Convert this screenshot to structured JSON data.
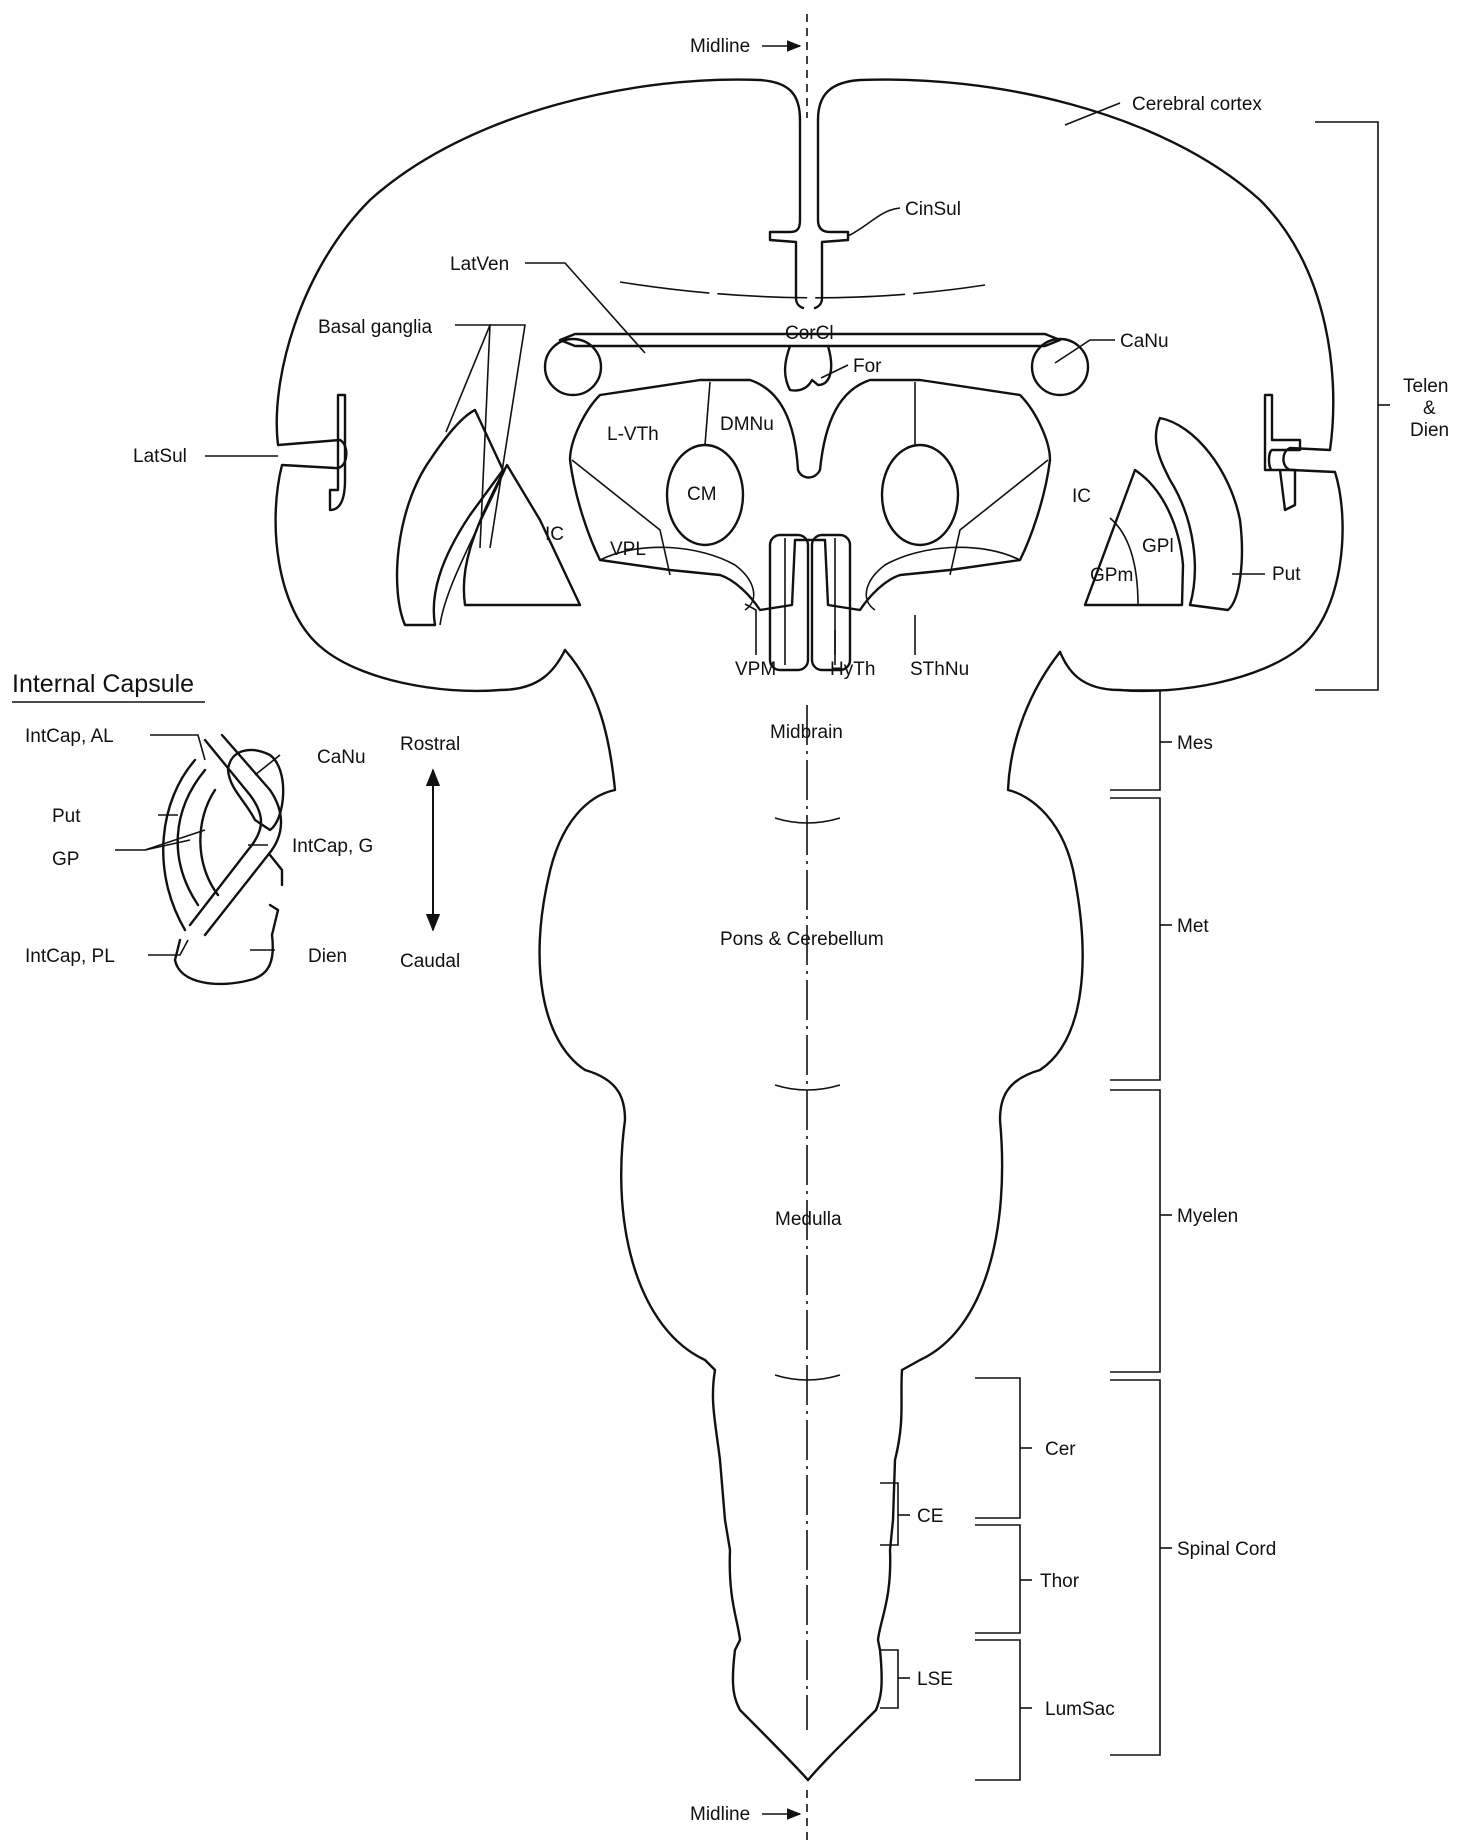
{
  "labels": {
    "midline_top": "Midline",
    "midline_bottom": "Midline",
    "cerebral_cortex": "Cerebral cortex",
    "cinsul": "CinSul",
    "latven": "LatVen",
    "corcl": "CorCl",
    "basal_ganglia": "Basal ganglia",
    "canu_right": "CaNu",
    "for": "For",
    "l_vth": "L-VTh",
    "dmnu": "DMNu",
    "latsul": "LatSul",
    "cm": "CM",
    "ic_left": "IC",
    "ic_right": "IC",
    "vpl": "VPL",
    "gpl": "GPl",
    "gpm": "GPm",
    "put_right": "Put",
    "vpm": "VPM",
    "hyth": "HyTh",
    "sthnu": "SThNu",
    "midbrain": "Midbrain",
    "pons_cerebellum": "Pons & Cerebellum",
    "medulla": "Medulla"
  },
  "internal_capsule": {
    "title": "Internal Capsule",
    "intcap_al": "IntCap, AL",
    "canu": "CaNu",
    "put": "Put",
    "gp": "GP",
    "intcap_g": "IntCap, G",
    "intcap_pl": "IntCap, PL",
    "dien": "Dien"
  },
  "orientation": {
    "rostral": "Rostral",
    "caudal": "Caudal"
  },
  "brackets": {
    "telen_dien": [
      "Telen",
      "&",
      "Dien"
    ],
    "mes": "Mes",
    "met": "Met",
    "myelen": "Myelen",
    "spinal_cord": "Spinal Cord",
    "cer": "Cer",
    "thor": "Thor",
    "lumsac": "LumSac",
    "ce": "CE",
    "lse": "LSE"
  }
}
